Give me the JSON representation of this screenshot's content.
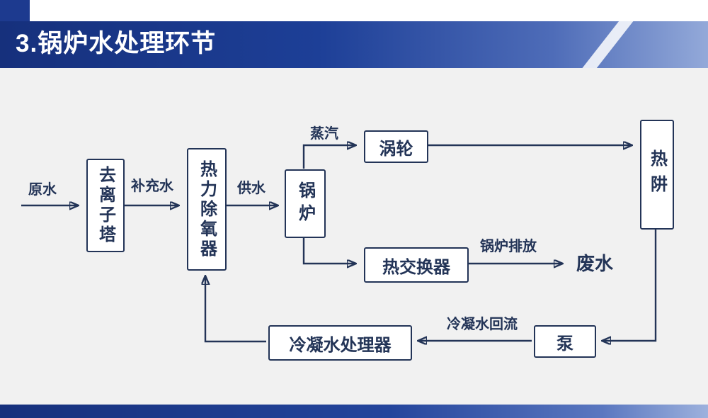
{
  "header": {
    "title": "3.锅炉水处理环节"
  },
  "diagram": {
    "nodes": {
      "raw_water": "原水",
      "deionizer": "去离子塔",
      "deaerator": "热力除氧器",
      "boiler": "锅炉",
      "turbine": "涡轮",
      "heat_sink": "热阱",
      "heat_exchanger": "热交换器",
      "waste_water": "废水",
      "pump": "泵",
      "condensate_processor": "冷凝水处理器"
    },
    "labels": {
      "makeup_water": "补充水",
      "feed_water": "供水",
      "steam": "蒸汽",
      "boiler_blowdown": "锅炉排放",
      "condensate_return": "冷凝水回流"
    },
    "colors": {
      "ink": "#233457",
      "header_dark": "#16307c",
      "header_light": "#93a9d9",
      "background": "#f1f1f1"
    }
  }
}
